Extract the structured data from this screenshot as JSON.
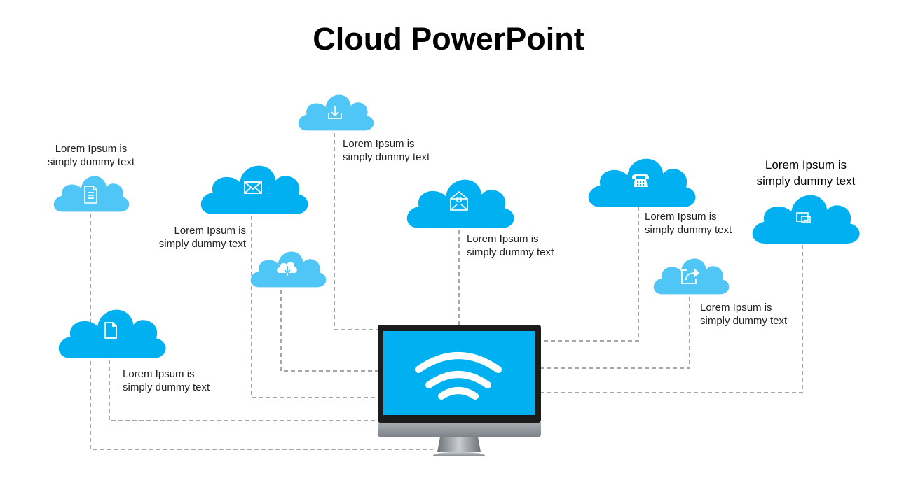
{
  "title": "Cloud PowerPoint",
  "colors": {
    "cloud_dark": "#00b0f0",
    "cloud_light": "#4fc6f5",
    "connector": "#a6a6a6",
    "screen": "#00b0f0",
    "bezel": "#1c1c1c",
    "stand": "#9aa0a6"
  },
  "clouds": [
    {
      "id": "document-cloud",
      "icon": "document-lines-icon",
      "label": [
        "Lorem Ipsum is",
        "simply dummy text"
      ]
    },
    {
      "id": "mail-cloud",
      "icon": "envelope-icon",
      "label": [
        "Lorem Ipsum is",
        "simply dummy text"
      ]
    },
    {
      "id": "download-tray-cloud",
      "icon": "download-tray-icon",
      "label": [
        "Lorem Ipsum is",
        "simply dummy text"
      ]
    },
    {
      "id": "cloud-download-cloud",
      "icon": "cloud-download-icon"
    },
    {
      "id": "email-at-cloud",
      "icon": "email-at-icon",
      "label": [
        "Lorem Ipsum is",
        "simply dummy text"
      ]
    },
    {
      "id": "phone-cloud",
      "icon": "telephone-icon",
      "label": [
        "Lorem Ipsum is",
        "simply dummy text"
      ]
    },
    {
      "id": "share-cloud",
      "icon": "share-arrow-icon",
      "label": [
        "Lorem Ipsum is",
        "simply dummy text"
      ]
    },
    {
      "id": "cast-cloud",
      "icon": "screen-cast-icon",
      "label": [
        "Lorem Ipsum is",
        "simply dummy text"
      ]
    },
    {
      "id": "file-cloud",
      "icon": "file-icon",
      "label": [
        "Lorem Ipsum is",
        "simply dummy text"
      ]
    }
  ],
  "monitor": {
    "icon": "wifi-icon"
  }
}
